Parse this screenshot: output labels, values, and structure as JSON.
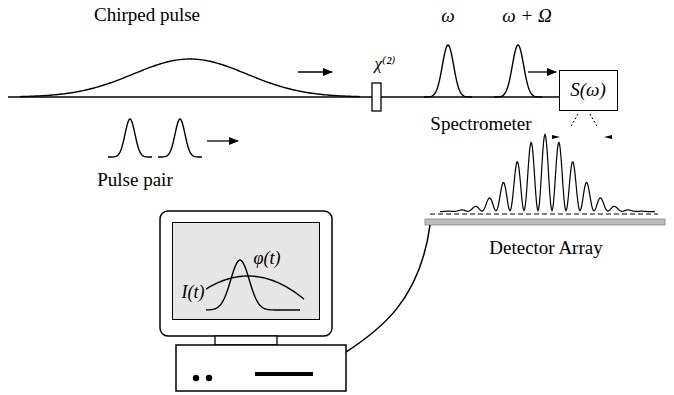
{
  "diagram": {
    "nodes": [
      {
        "text": [
          "S(ω)"
        ]
      },
      {
        "text": [
          "φ(t)",
          "I(t)"
        ]
      }
    ],
    "labels": [
      "Chirped pulse",
      "Pulse pair",
      "χ⁽²⁾",
      "ω",
      "ω + Ω",
      "Spectrometer",
      "Detector Array"
    ]
  }
}
